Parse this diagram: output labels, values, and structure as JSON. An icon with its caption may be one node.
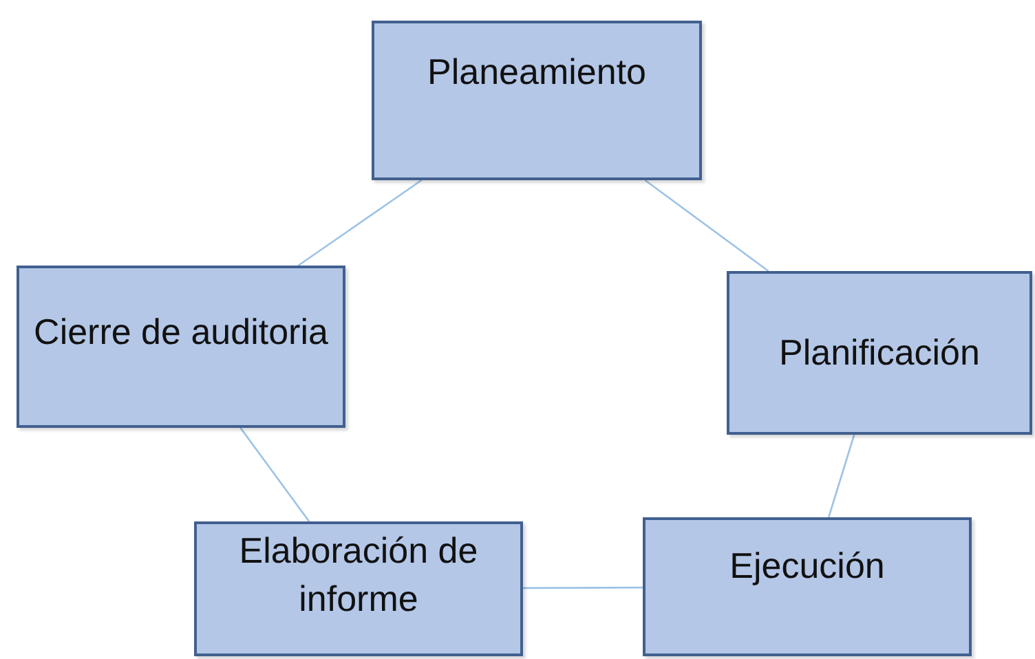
{
  "diagram": {
    "nodes": [
      {
        "text": [
          "Planeamiento"
        ]
      },
      {
        "text": [
          "Planificación"
        ]
      },
      {
        "text": [
          "Ejecución"
        ]
      },
      {
        "text": [
          "Elaboración de informe"
        ]
      },
      {
        "text": [
          "Cierre de auditoria"
        ]
      }
    ],
    "edges": [
      {
        "from": 0,
        "to": 1,
        "arrow": "none"
      },
      {
        "from": 1,
        "to": 2,
        "arrow": "none"
      },
      {
        "from": 2,
        "to": 3,
        "arrow": "none"
      },
      {
        "from": 3,
        "to": 4,
        "arrow": "none"
      },
      {
        "from": 4,
        "to": 0,
        "arrow": "none"
      }
    ]
  }
}
